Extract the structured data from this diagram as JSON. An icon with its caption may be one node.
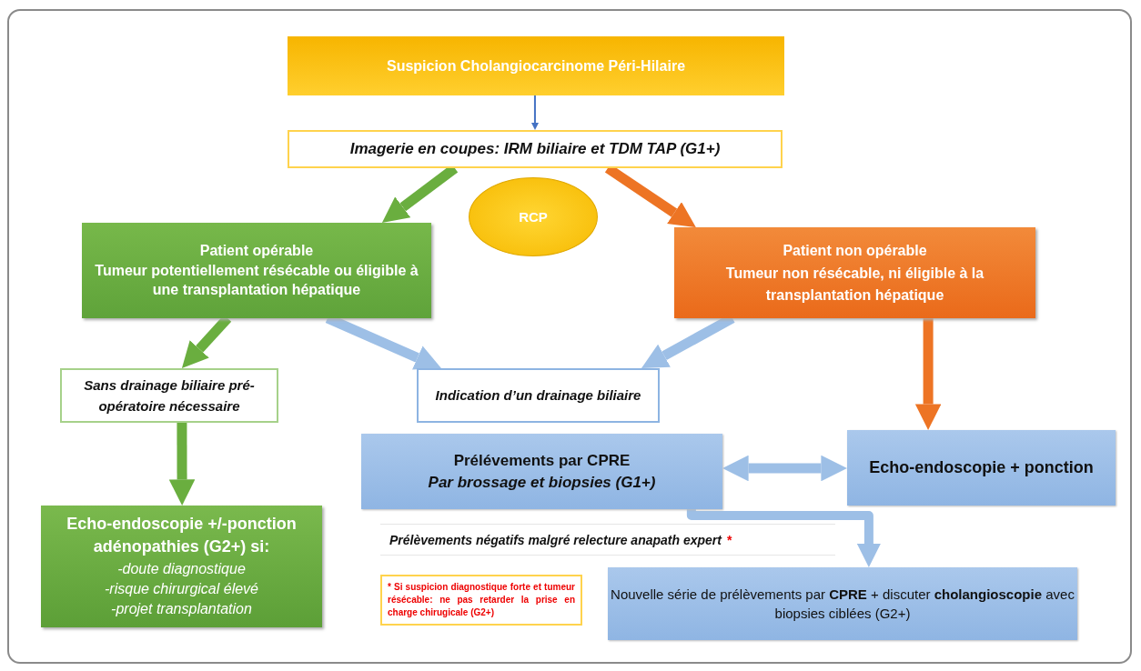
{
  "diagram": {
    "nodes": [
      {
        "text": [
          "Suspicion Cholangiocarcinome  Péri-Hilaire"
        ]
      },
      {
        "text": [
          "Imagerie en coupes: IRM biliaire et  TDM TAP (G1+)"
        ]
      },
      {
        "text": [
          "RCP"
        ]
      },
      {
        "text": [
          "Patient opérable",
          "Tumeur potentiellement résécable ou éligible à une transplantation hépatique"
        ]
      },
      {
        "text": [
          "Patient non opérable",
          "Tumeur non résécable, ni éligible à la transplantation hépatique"
        ]
      },
      {
        "text": [
          "Sans drainage biliaire pré-opératoire nécessaire"
        ]
      },
      {
        "text": [
          "Indication d’un drainage biliaire"
        ]
      },
      {
        "text": [
          "Prélévements par CPRE",
          "Par brossage et biopsies (G1+)"
        ]
      },
      {
        "text": [
          "Echo-endoscopie + ponction"
        ]
      },
      {
        "text": [
          "Echo-endoscopie +/-ponction adénopathies (G2+) si:",
          "-doute diagnostique",
          "-risque chirurgical élevé",
          "-projet transplantation"
        ]
      },
      {
        "text": [
          "Prélèvements négatifs malgré relecture anapath expert",
          "*"
        ]
      },
      {
        "text": [
          "* Si suspicion diagnostique forte et tumeur résécable: ne pas retarder la prise en charge chirugicale (G2+)"
        ]
      },
      {
        "text": [
          "Nouvelle série de prélèvements par **CPRE** + discuter **cholangioscopie** avec biopsies ciblées (G2+)"
        ]
      }
    ],
    "edges": [
      {
        "from": 0,
        "to": 1,
        "arrow": "to",
        "color": "#4472c4"
      },
      {
        "from": 1,
        "to": 3,
        "arrow": "to",
        "color": "#6aae3f"
      },
      {
        "from": 1,
        "to": 4,
        "arrow": "to",
        "color": "#ed7424"
      },
      {
        "from": 3,
        "to": 5,
        "arrow": "to",
        "color": "#6aae3f"
      },
      {
        "from": 3,
        "to": 6,
        "arrow": "to",
        "color": "#9dbfe6"
      },
      {
        "from": 4,
        "to": 6,
        "arrow": "to",
        "color": "#9dbfe6"
      },
      {
        "from": 4,
        "to": 8,
        "arrow": "to",
        "color": "#ed7424"
      },
      {
        "from": 5,
        "to": 9,
        "arrow": "to",
        "color": "#6aae3f"
      },
      {
        "from": 7,
        "to": 8,
        "arrow": "both",
        "color": "#9dbfe6"
      },
      {
        "from": 7,
        "to": 12,
        "arrow": "to",
        "color": "#9dbfe6"
      }
    ]
  }
}
